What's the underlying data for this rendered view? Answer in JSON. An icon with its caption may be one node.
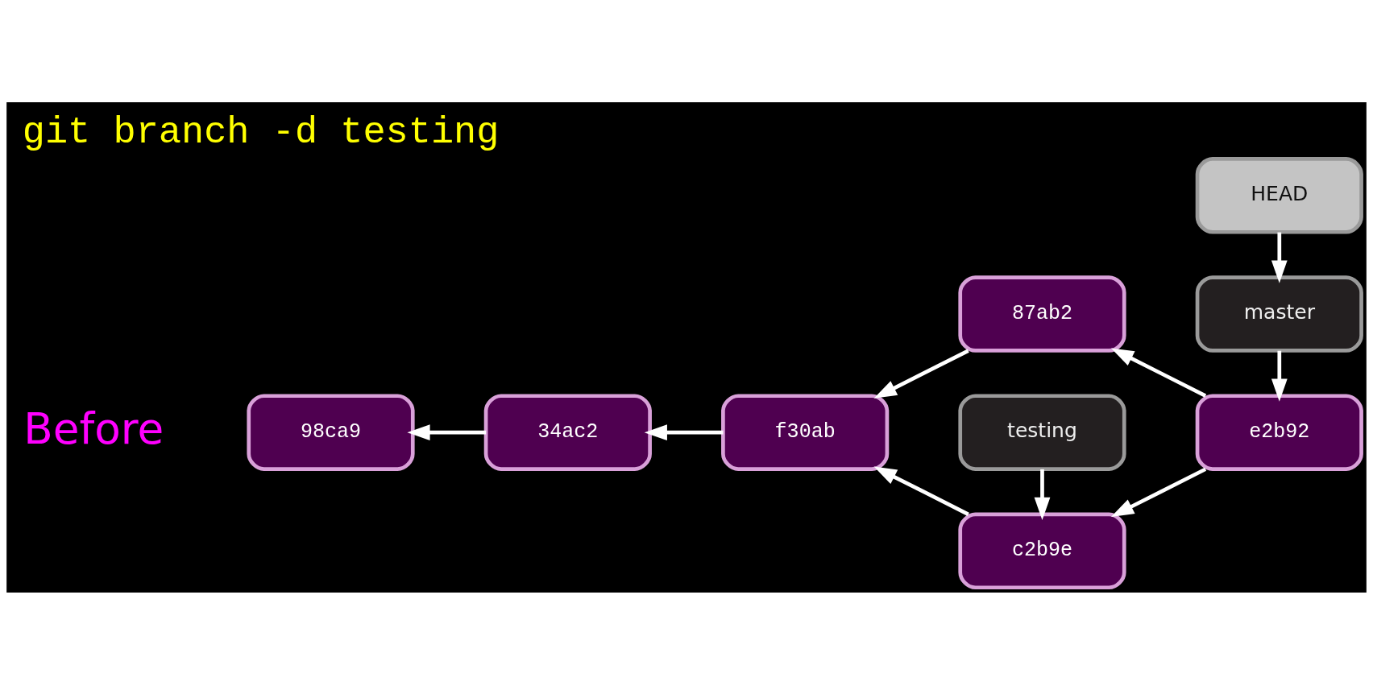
{
  "diagram": {
    "title": "git branch -d testing",
    "nodes": [
      {
        "text": [
          "HEAD"
        ]
      },
      {
        "text": [
          "master"
        ]
      },
      {
        "text": [
          "87ab2"
        ]
      },
      {
        "text": [
          "98ca9"
        ]
      },
      {
        "text": [
          "34ac2"
        ]
      },
      {
        "text": [
          "f30ab"
        ]
      },
      {
        "text": [
          "e2b92"
        ]
      },
      {
        "text": [
          "c2b9e"
        ]
      },
      {
        "text": [
          "testing"
        ]
      }
    ],
    "edges": [
      {
        "from": 0,
        "to": 1,
        "arrow": "to"
      },
      {
        "from": 1,
        "to": 6,
        "arrow": "to"
      },
      {
        "from": 6,
        "to": 2,
        "arrow": "to"
      },
      {
        "from": 6,
        "to": 7,
        "arrow": "to"
      },
      {
        "from": 2,
        "to": 5,
        "arrow": "to"
      },
      {
        "from": 7,
        "to": 5,
        "arrow": "to"
      },
      {
        "from": 5,
        "to": 4,
        "arrow": "to"
      },
      {
        "from": 4,
        "to": 3,
        "arrow": "to"
      },
      {
        "from": 8,
        "to": 7,
        "arrow": "to"
      }
    ],
    "labels": [
      "Before"
    ]
  }
}
